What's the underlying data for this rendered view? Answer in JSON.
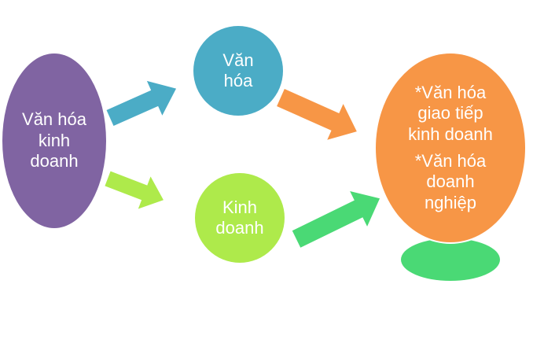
{
  "diagram": {
    "type": "flow",
    "nodes": [
      {
        "id": "main",
        "shape": "ellipse",
        "color": "#8064A2",
        "lines": [
          "Văn hóa",
          "kinh",
          "doanh"
        ]
      },
      {
        "id": "vanhoa",
        "shape": "circle",
        "color": "#4BACC6",
        "lines": [
          "Văn",
          "hóa"
        ]
      },
      {
        "id": "kinhdoanh",
        "shape": "circle",
        "color": "#AEEA4B",
        "lines": [
          "Kinh",
          "doanh"
        ]
      },
      {
        "id": "result",
        "shape": "ellipse-on-base",
        "color": "#F79646",
        "base_color": "#4AD975",
        "items": [
          {
            "lines": [
              "*Văn hóa",
              "giao tiếp",
              "kinh doanh"
            ]
          },
          {
            "lines": [
              "*Văn hóa",
              "doanh",
              "nghiệp"
            ]
          }
        ]
      }
    ],
    "edges": [
      {
        "from": "main",
        "to": "vanhoa",
        "color": "#4BACC6"
      },
      {
        "from": "main",
        "to": "kinhdoanh",
        "color": "#AEEA4B"
      },
      {
        "from": "vanhoa",
        "to": "result",
        "color": "#F79646"
      },
      {
        "from": "kinhdoanh",
        "to": "result",
        "color": "#4AD975"
      }
    ]
  }
}
